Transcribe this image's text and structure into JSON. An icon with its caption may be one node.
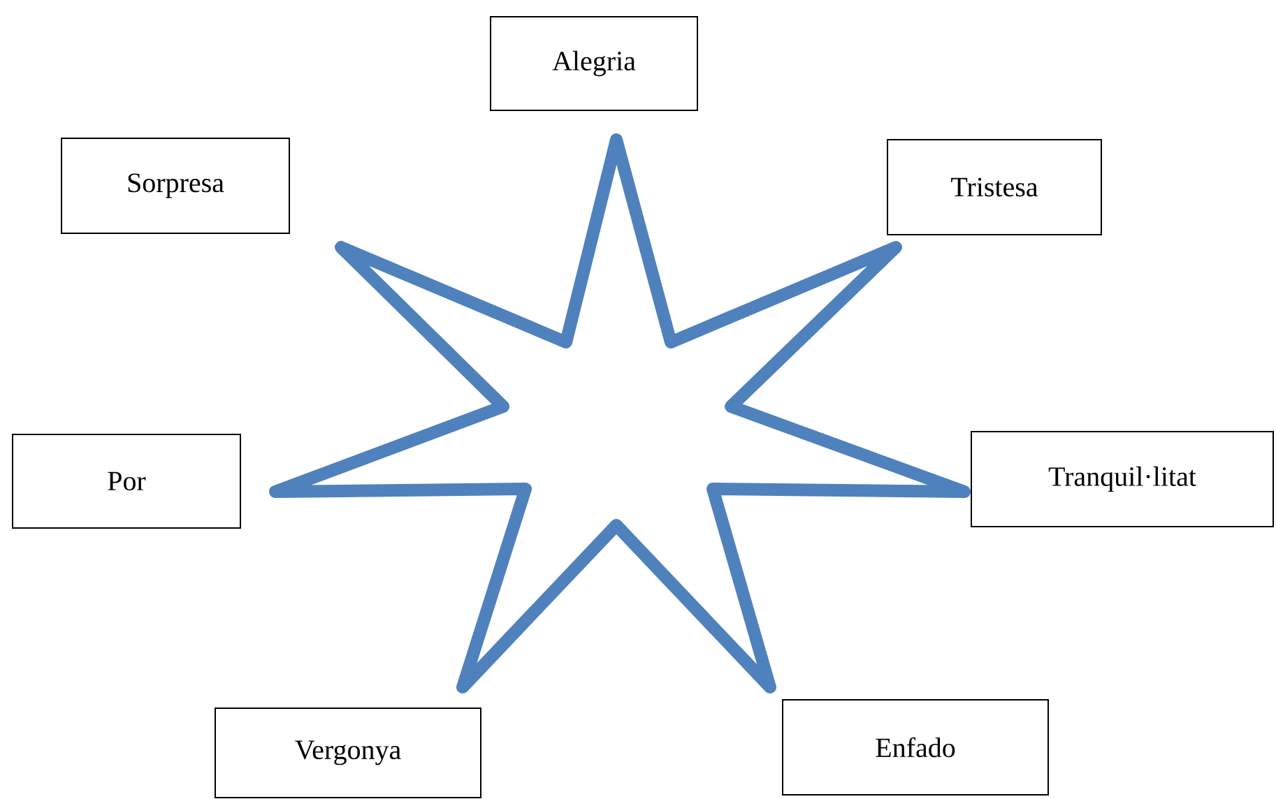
{
  "diagram": {
    "nodes": [
      {
        "text": [
          "Alegria"
        ]
      },
      {
        "text": [
          "Sorpresa"
        ]
      },
      {
        "text": [
          "Tristesa"
        ]
      },
      {
        "text": [
          "Por"
        ]
      },
      {
        "text": [
          "Tranquil·litat"
        ]
      },
      {
        "text": [
          "Vergonya"
        ]
      },
      {
        "text": [
          "Enfado"
        ]
      }
    ],
    "edges": []
  }
}
